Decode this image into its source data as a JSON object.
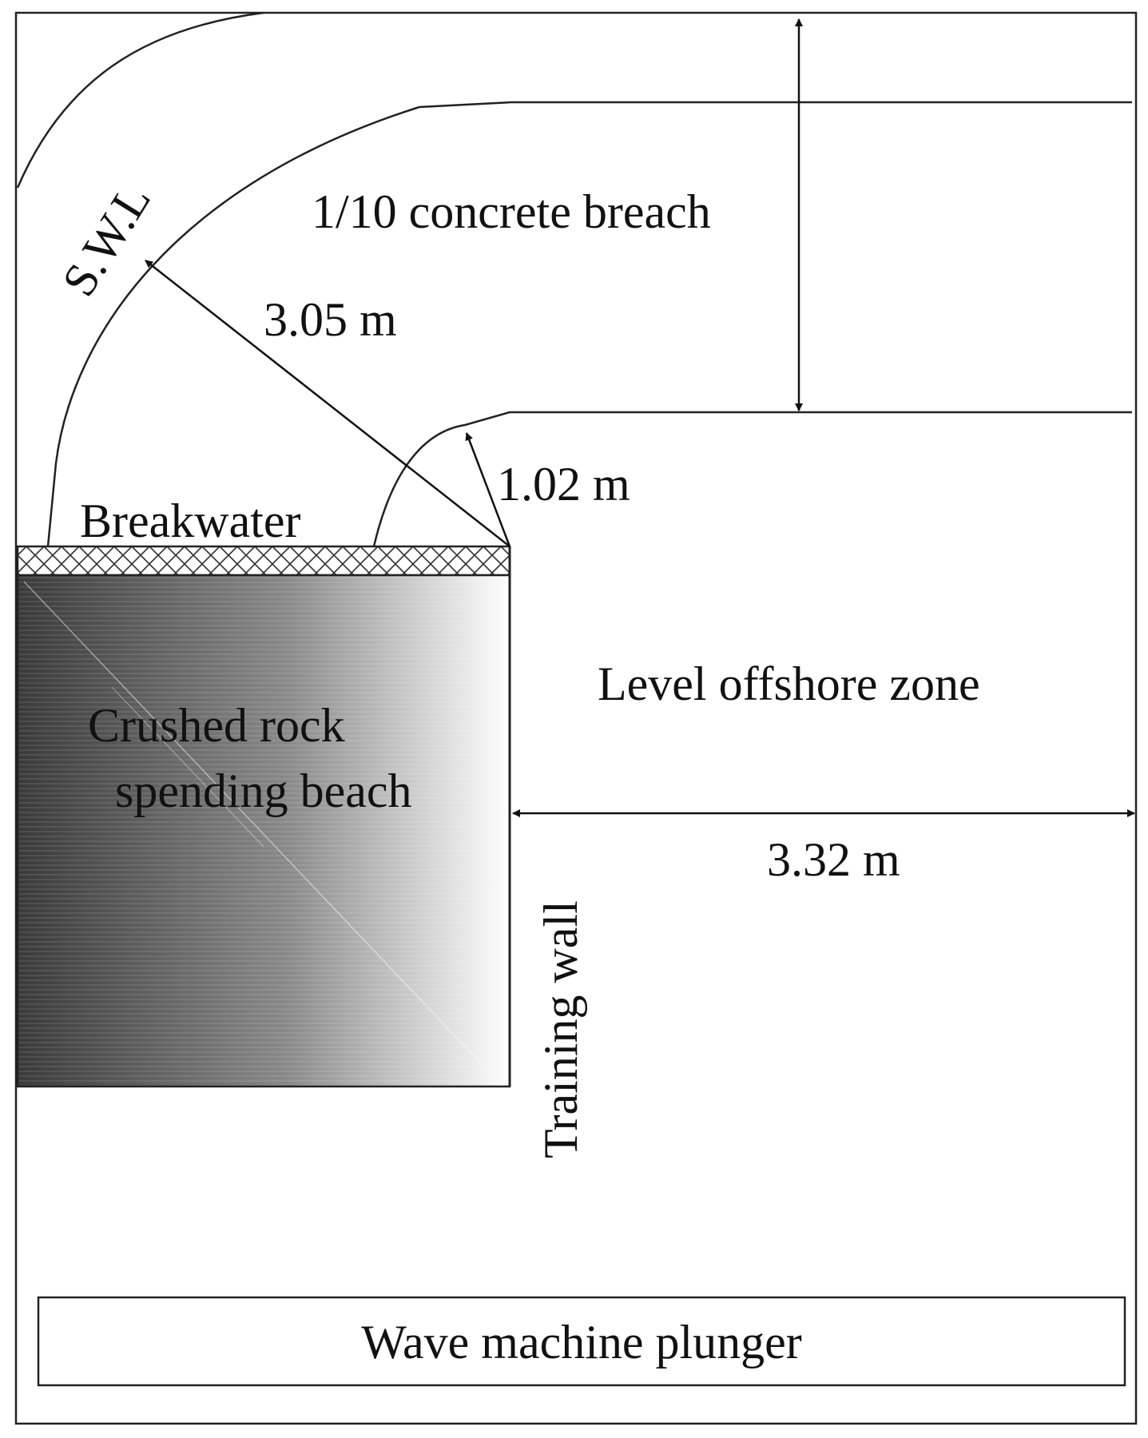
{
  "labels": {
    "concrete_beach": "1/10 concrete breach",
    "swl": "S.W.L",
    "radius_outer": "3.05 m",
    "radius_inner": "1.02 m",
    "breakwater": "Breakwater",
    "level_offshore": "Level offshore zone",
    "crushed_rock_line1": "Crushed rock",
    "crushed_rock_line2": "spending beach",
    "width_dim": "3.32 m",
    "training_wall": "Training wall",
    "wave_machine": "Wave machine plunger"
  },
  "colors": {
    "line": "#222222",
    "text": "#111111",
    "rock_dark": "#3a3a3a",
    "rock_light": "#ffffff"
  }
}
